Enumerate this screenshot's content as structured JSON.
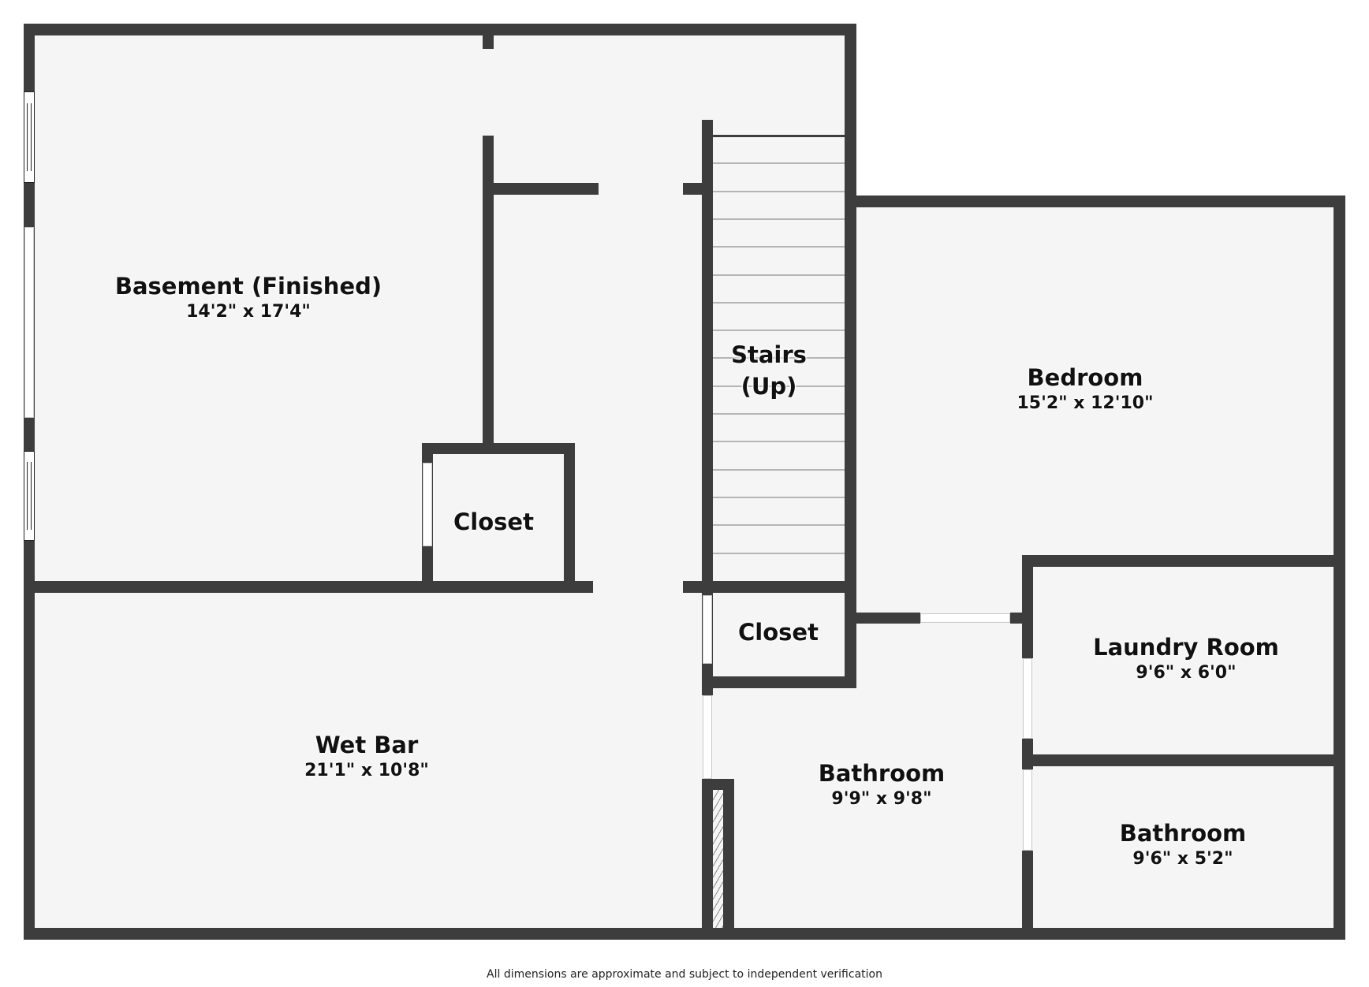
{
  "plan": {
    "rooms": [
      {
        "id": "basement",
        "name": "Basement (Finished)",
        "dimensions": "14'2\" x 17'4\""
      },
      {
        "id": "closet-1",
        "name": "Closet",
        "dimensions": ""
      },
      {
        "id": "stairs",
        "name": "Stairs",
        "name_line2": "(Up)",
        "dimensions": ""
      },
      {
        "id": "bedroom",
        "name": "Bedroom",
        "dimensions": "15'2\" x 12'10\""
      },
      {
        "id": "closet-2",
        "name": "Closet",
        "dimensions": ""
      },
      {
        "id": "laundry",
        "name": "Laundry Room",
        "dimensions": "9'6\" x 6'0\""
      },
      {
        "id": "wet-bar",
        "name": "Wet Bar",
        "dimensions": "21'1\" x 10'8\""
      },
      {
        "id": "bathroom-1",
        "name": "Bathroom",
        "dimensions": "9'9\" x 9'8\""
      },
      {
        "id": "bathroom-2",
        "name": "Bathroom",
        "dimensions": "9'6\" x 5'2\""
      }
    ],
    "colors": {
      "wall": "#3d3d3d",
      "floor": "#f5f5f5",
      "background": "#ffffff"
    }
  },
  "footer": {
    "disclaimer": "All dimensions are approximate and subject to independent verification"
  }
}
